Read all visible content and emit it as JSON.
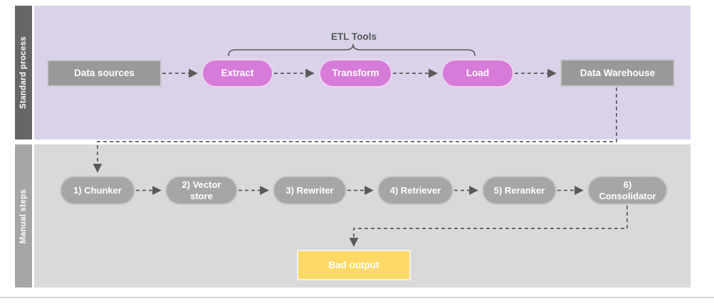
{
  "lanes": [
    {
      "label": "Standard process"
    },
    {
      "label": "Manual steps"
    }
  ],
  "annotations": {
    "etl_tools": "ETL Tools"
  },
  "standard_process": {
    "nodes": [
      {
        "label": "Data sources",
        "shape": "rectangle",
        "color": "#999999"
      },
      {
        "label": "Extract",
        "shape": "pill",
        "color": "#d67bda"
      },
      {
        "label": "Transform",
        "shape": "pill",
        "color": "#d67bda"
      },
      {
        "label": "Load",
        "shape": "pill",
        "color": "#d67bda"
      },
      {
        "label": "Data Warehouse",
        "shape": "rectangle",
        "color": "#999999"
      }
    ]
  },
  "manual_steps": {
    "nodes": [
      {
        "label": "1) Chunker"
      },
      {
        "label": "2) Vector store"
      },
      {
        "label": "3) Rewriter"
      },
      {
        "label": "4) Retriever"
      },
      {
        "label": "5) Reranker"
      },
      {
        "label": "6) Consolidator"
      }
    ],
    "result": {
      "label": "Bad output",
      "color": "#ffd966"
    }
  },
  "colors": {
    "lane_standard_bg": "#d9d2e9",
    "lane_manual_bg": "#d9d9d9",
    "lane_standard_strip": "#666666",
    "lane_manual_strip": "#a6a6a6",
    "pill_pink": "#d67bda",
    "node_gray": "#999999",
    "step_gray": "#a6a6a6",
    "output_yellow": "#ffd966",
    "connector_gray": "#595959",
    "node_text": "#ffffff"
  }
}
